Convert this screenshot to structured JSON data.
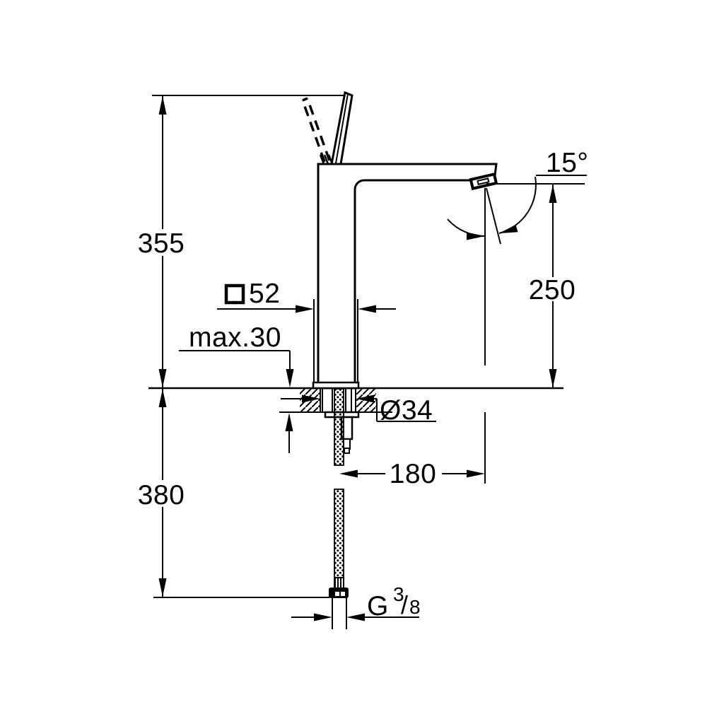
{
  "drawing": {
    "title": "single-lever-basin-mixer-dimensional-drawing",
    "background_color": "#ffffff",
    "line_color": "#000000",
    "labels": {
      "total_height": "355",
      "below_deck_depth": "380",
      "spout_outlet_height": "250",
      "outlet_angle": "15°",
      "max_deck_thickness": "max.30",
      "body_width_symbol": "□",
      "body_width": "52",
      "hole_diameter": "Ø34",
      "spout_reach": "180",
      "thread_g": "G",
      "thread_numerator": "3",
      "thread_slash": "/",
      "thread_denominator": "8"
    }
  }
}
